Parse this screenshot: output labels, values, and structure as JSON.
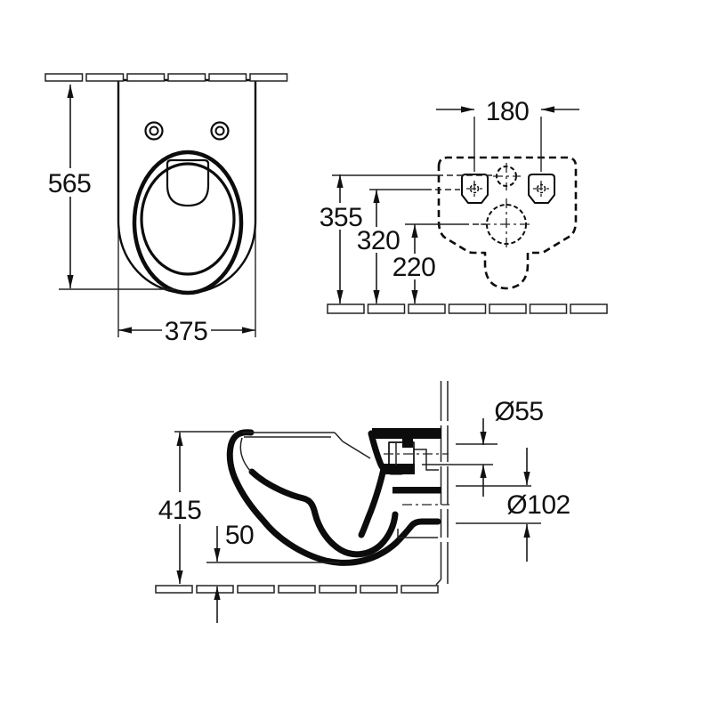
{
  "document": {
    "type": "technical-drawing",
    "subject": "wall-hung-wc-installation-dimensions",
    "background": "#ffffff",
    "line_color": "#111111"
  },
  "dims": {
    "top_view": {
      "depth": "565",
      "width": "375"
    },
    "rear_view": {
      "fixing_spacing": "180",
      "supply_height": "355",
      "fixing_height": "320",
      "outlet_height": "220"
    },
    "side_view": {
      "rim_height": "415",
      "clearance": "50",
      "supply_diameter": "Ø55",
      "outlet_diameter": "Ø102"
    }
  }
}
